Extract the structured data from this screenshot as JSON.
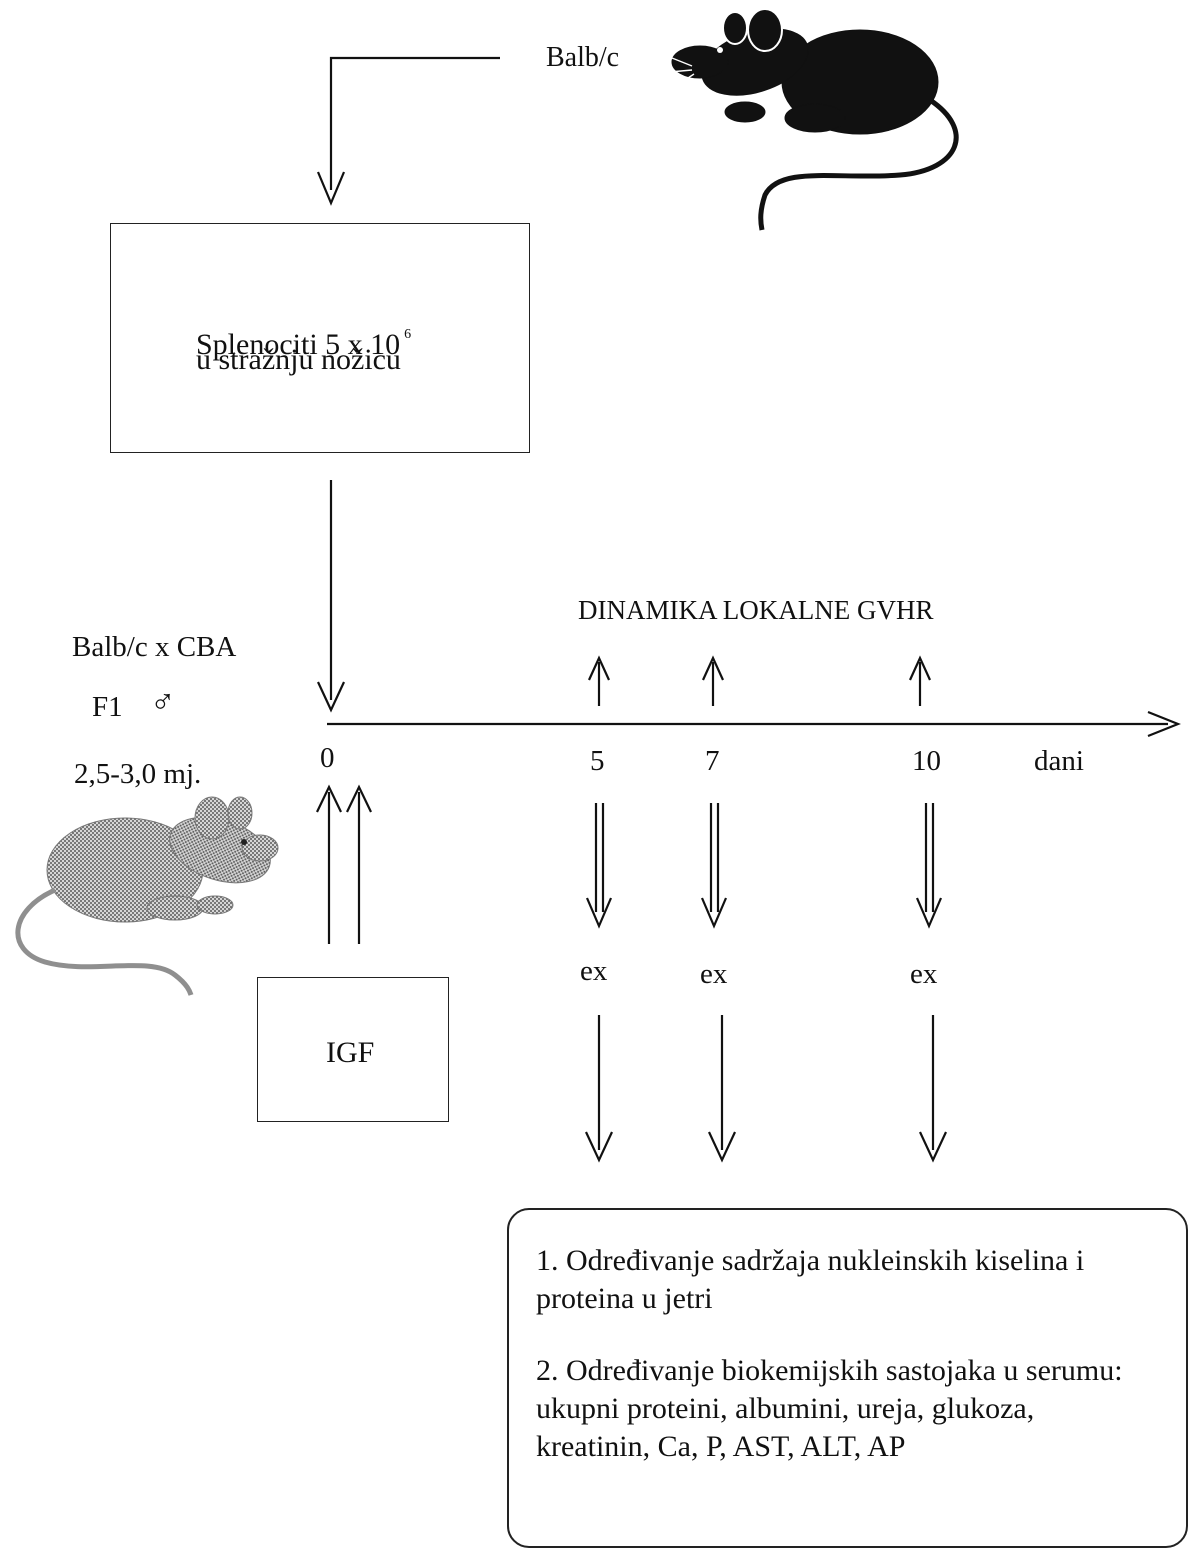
{
  "donor": {
    "strain": "Balb/c"
  },
  "graft": {
    "line1": "Splenociti 5 x 10",
    "exponent": "6",
    "line2": "u stražnju nožicu"
  },
  "recipient": {
    "strain": "Balb/c x CBA",
    "generation": "F1",
    "sex_symbol": "♂",
    "age": "2,5-3,0 mj."
  },
  "timeline": {
    "title": "DINAMIKA LOKALNE GVHR",
    "ticks": [
      "0",
      "5",
      "7",
      "10"
    ],
    "unit": "dani",
    "event_label": "ex"
  },
  "treatment": {
    "label": "IGF"
  },
  "analyses": {
    "item1": "1. Određivanje sadržaja nukleinskih kiselina i proteina u jetri",
    "item2": "2. Određivanje biokemijskih sastojaka u serumu: ukupni  proteini, albumini, ureja, glukoza, kreatinin, Ca, P, AST, ALT, AP"
  },
  "icons": {
    "donor_mouse": "black-mouse-icon",
    "recipient_mouse": "gray-mouse-icon"
  },
  "colors": {
    "ink": "#111111",
    "donor_mouse": "#111111",
    "recipient_mouse": "#8f8f8f"
  }
}
